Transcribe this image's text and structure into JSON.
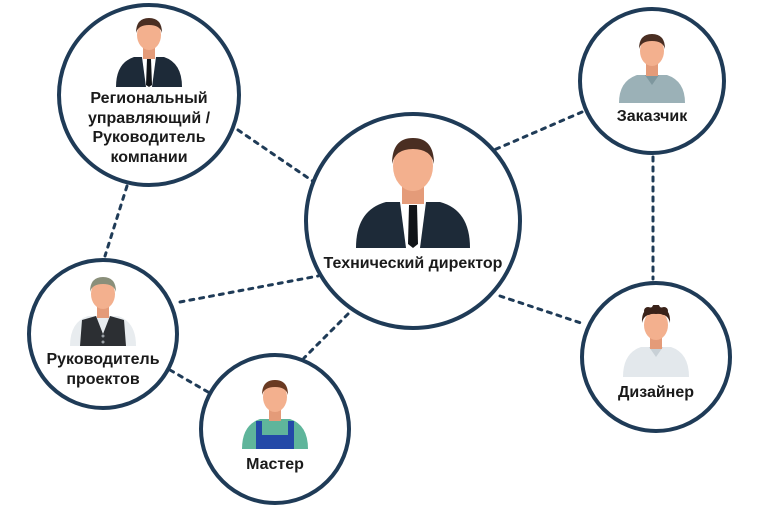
{
  "nodes": {
    "regional": {
      "label": "Региональный управляющий / Руководитель компании",
      "icon": "businessman-dark-suit-icon"
    },
    "client": {
      "label": "Заказчик",
      "icon": "man-casual-shirt-icon"
    },
    "tech": {
      "label": "Технический директор",
      "icon": "businessman-dark-suit-icon"
    },
    "pm": {
      "label": "Руководитель проектов",
      "icon": "man-vest-icon"
    },
    "designer": {
      "label": "Дизайнер",
      "icon": "man-white-shirt-icon"
    },
    "master": {
      "label": "Мастер",
      "icon": "worker-overalls-icon"
    }
  },
  "colors": {
    "border": "#1f3b57",
    "connector": "#1f3b57",
    "text": "#1a1a1a",
    "skin": "#f3b08e",
    "hair": "#4a2e22"
  }
}
